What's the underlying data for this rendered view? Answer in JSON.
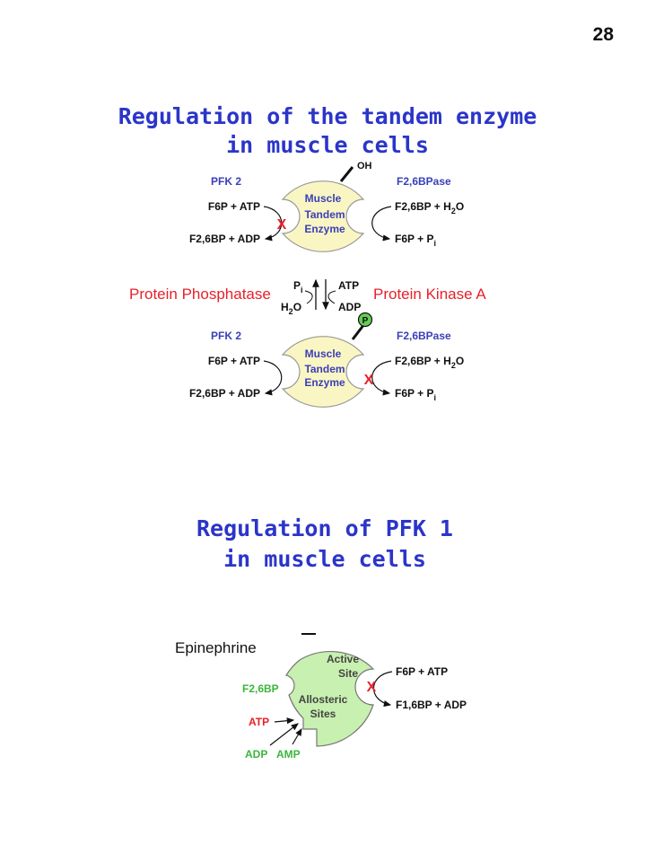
{
  "page_number": "28",
  "section1": {
    "title_line1": "Regulation of the tandem enzyme",
    "title_line2": "in muscle cells",
    "oh_label": "OH",
    "top_enzyme": {
      "left_label": "PFK 2",
      "right_label": "F2,6BPase",
      "name_line1": "Muscle",
      "name_line2": "Tandem",
      "name_line3": "Enzyme",
      "left_substrate": "F6P + ATP",
      "left_product": "F2,6BP + ADP",
      "right_substrate_main": "F2,6BP + H",
      "right_substrate_sub": "2",
      "right_substrate_tail": "O",
      "right_product_main": "F6P + P",
      "right_product_sub": "i",
      "inhibited_mark": "X"
    },
    "conversion": {
      "phosphatase": "Protein Phosphatase",
      "kinase": "Protein Kinase A",
      "pi_main": "P",
      "pi_sub": "i",
      "atp": "ATP",
      "h2o_h": "H",
      "h2o_sub": "2",
      "h2o_o": "O",
      "adp": "ADP"
    },
    "p_label": "P",
    "bottom_enzyme": {
      "left_label": "PFK 2",
      "right_label": "F2,6BPase",
      "name_line1": "Muscle",
      "name_line2": "Tandem",
      "name_line3": "Enzyme",
      "left_substrate": "F6P + ATP",
      "left_product": "F2,6BP + ADP",
      "right_substrate_main": "F2,6BP + H",
      "right_substrate_sub": "2",
      "right_substrate_tail": "O",
      "right_product_main": "F6P + P",
      "right_product_sub": "i",
      "inhibited_mark": "X"
    }
  },
  "section2": {
    "title_line1": "Regulation of PFK 1",
    "title_line2": "in muscle cells",
    "hormone": "Epinephrine",
    "active_site_line1": "Active",
    "active_site_line2": "Site",
    "allosteric_line1": "Allosteric",
    "allosteric_line2": "Sites",
    "activator": "F2,6BP",
    "inhibitor": "ATP",
    "adp": "ADP",
    "amp": "AMP",
    "substrate": "F6P + ATP",
    "product": "F1,6BP + ADP",
    "inhibited_mark": "X"
  },
  "colors": {
    "enzyme_fill": "#faf6c4",
    "pfk1_fill": "#c8f0b0",
    "title": "#2b35c9",
    "red": "#e8202a",
    "green": "#3cb63c"
  }
}
